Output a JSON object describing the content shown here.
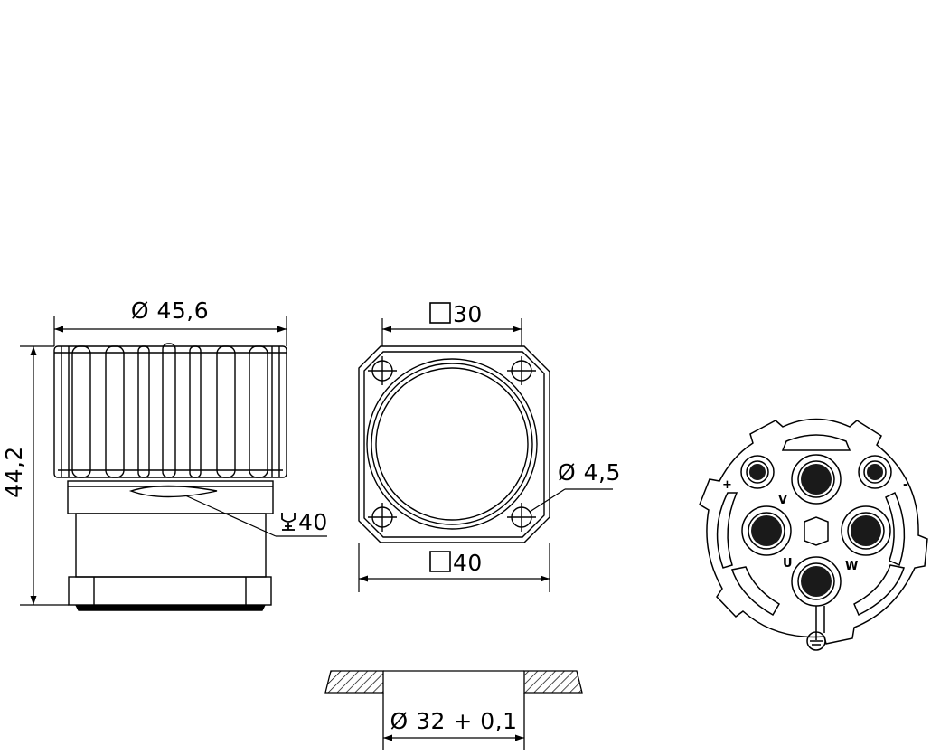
{
  "dimensions": {
    "side_diameter": "Ø 45,6",
    "height": "44,2",
    "wrench_size": "40",
    "flange_inner": "30",
    "flange_outer": "40",
    "hole_diameter": "Ø 4,5",
    "panel_cutout": "Ø 32 + 0,1"
  },
  "pin_labels": {
    "plus": "+",
    "minus": "-",
    "v": "V",
    "u": "U",
    "w": "W"
  },
  "icons": {
    "wrench": "wrench-icon",
    "square": "square-symbol-icon",
    "ground": "ground-symbol-icon"
  },
  "colors": {
    "line": "#000000",
    "pin_fill": "#1a1a1a",
    "background": "#ffffff"
  }
}
